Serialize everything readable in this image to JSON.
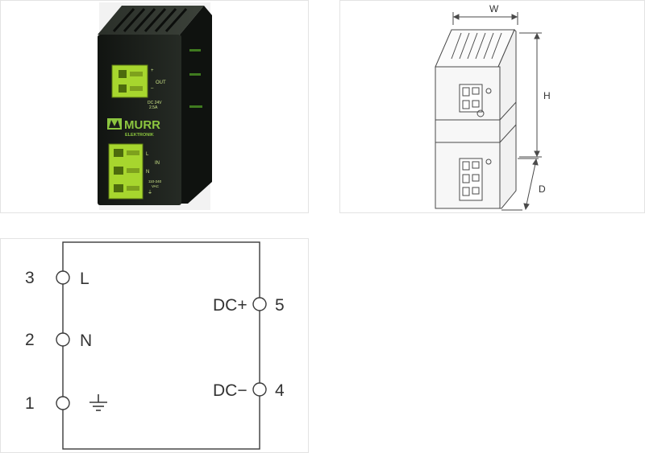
{
  "product_photo": {
    "out_plus": "+",
    "out_minus": "–",
    "out_label": "OUT",
    "rating_line1": "DC 24V",
    "rating_line2": "2.5A",
    "brand_name": "MURR",
    "brand_sub": "ELEKTRONIK",
    "in_l": "L",
    "in_n": "N",
    "in_label": "IN",
    "in_range_line1": "110-240",
    "in_range_line2": "VAC"
  },
  "dimension_drawing": {
    "width_label": "W",
    "height_label": "H",
    "depth_label": "D"
  },
  "wiring_diagram": {
    "terminals": [
      {
        "number": "3",
        "label": "L"
      },
      {
        "number": "2",
        "label": "N"
      },
      {
        "number": "1",
        "label": ""
      },
      {
        "number": "5",
        "label": "DC+"
      },
      {
        "number": "4",
        "label": "DC−"
      }
    ]
  },
  "colors": {
    "housing": "#1b1f1a",
    "terminal_green": "#a7d62e",
    "logo_green": "#8cc63f",
    "line": "#3a3a3a"
  }
}
